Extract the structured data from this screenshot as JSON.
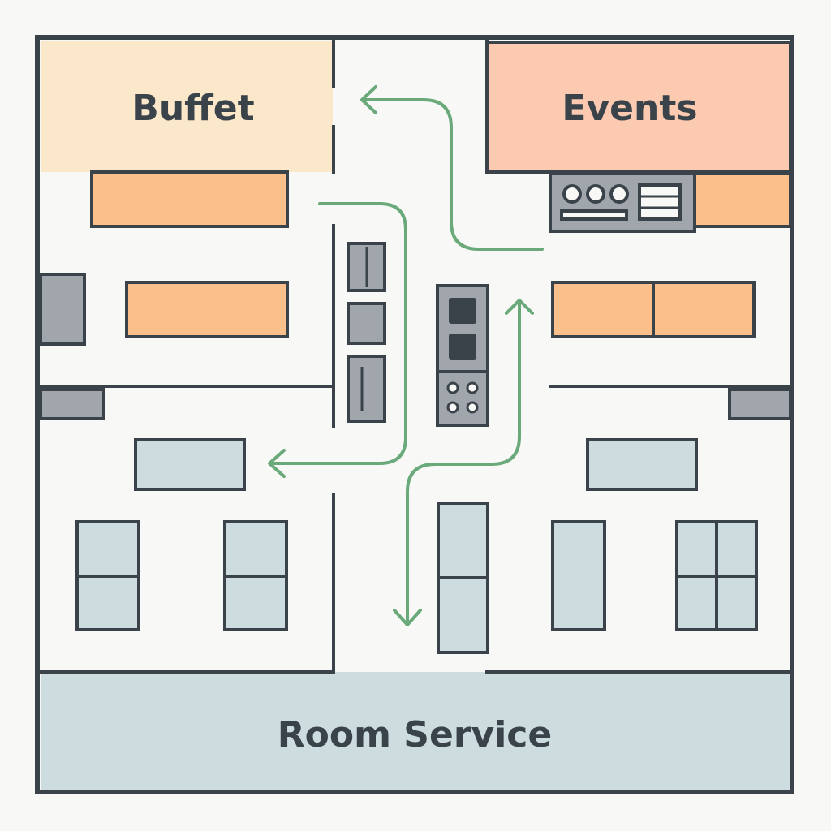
{
  "zones": {
    "buffet": {
      "label": "Buffet",
      "color": "#fbe7c9"
    },
    "events": {
      "label": "Events",
      "color": "#fccab1"
    },
    "room_service": {
      "label": "Room Service",
      "color": "#cddcdf"
    }
  },
  "colors": {
    "wall": "#3b434a",
    "floor": "#f8f8f6",
    "counter_orange": "#fbbf8b",
    "equipment_gray": "#a1a6ad",
    "storage_blue": "#cddcdf",
    "flow_arrow": "#6aa97a"
  }
}
